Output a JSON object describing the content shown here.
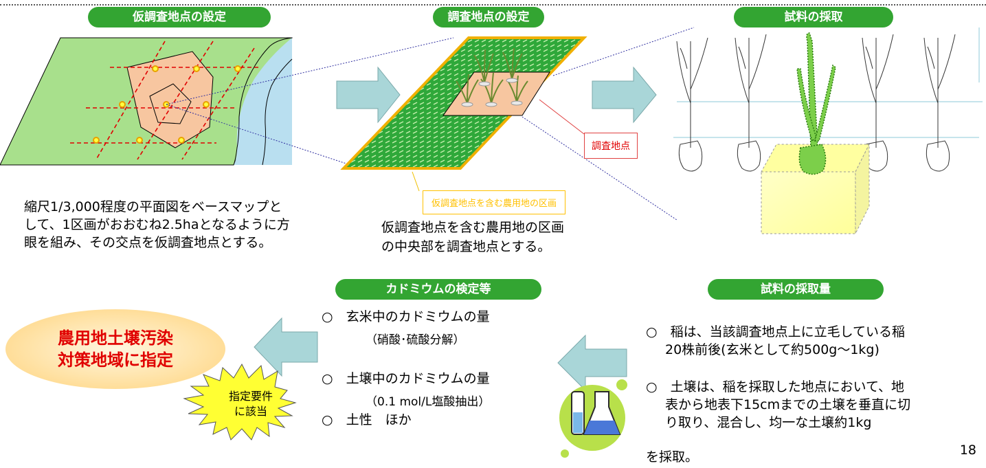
{
  "steps": {
    "provisional": "仮調査地点の設定",
    "survey_point": "調査地点の設定",
    "sampling": "試料の採取",
    "cadmium_test": "カドミウムの検定等",
    "sampling_amount": "試料の採取量"
  },
  "texts": {
    "provisional_desc": [
      "縮尺1/3,000程度の平面図をベースマップと",
      "して、1区画がおおむね2.5haとなるように方",
      "眼を組み、その交点を仮調査地点とする。"
    ],
    "survey_desc": [
      "仮調査地点を含む農用地の区画",
      "の中央部を調査地点とする。"
    ],
    "survey_point_label": "調査地点",
    "farmland_block_label": "仮調査地点を含む農用地の区画"
  },
  "cadmium": {
    "items": [
      {
        "main": "○　玄米中のカドミウムの量",
        "sub": "（硝酸･硫酸分解）"
      },
      {
        "main": "○　土壌中のカドミウムの量",
        "sub": "（0.1 mol/L塩酸抽出）"
      },
      {
        "main": "○　土性　ほか",
        "sub": ""
      }
    ]
  },
  "amount": {
    "rice": [
      "○　稲は、当該調査地点上に立毛している稲",
      "20株前後(玄米として約500g～1kg)"
    ],
    "soil": [
      "○　土壌は、稲を採取した地点において、地",
      "表から地表下15cmまでの土壌を垂直に切",
      "り取り、混合し、均一な土壌約1kg",
      "を採取。"
    ]
  },
  "designation": [
    "農用地土壌汚染",
    "対策地域に指定"
  ],
  "burst": [
    "指定要件",
    "に該当"
  ],
  "page_number": "18",
  "colors": {
    "green_pill": "#33a532",
    "arrow_fill": "#a9d6d8",
    "red_text": "#e00000",
    "field": "#a8e08c"
  }
}
